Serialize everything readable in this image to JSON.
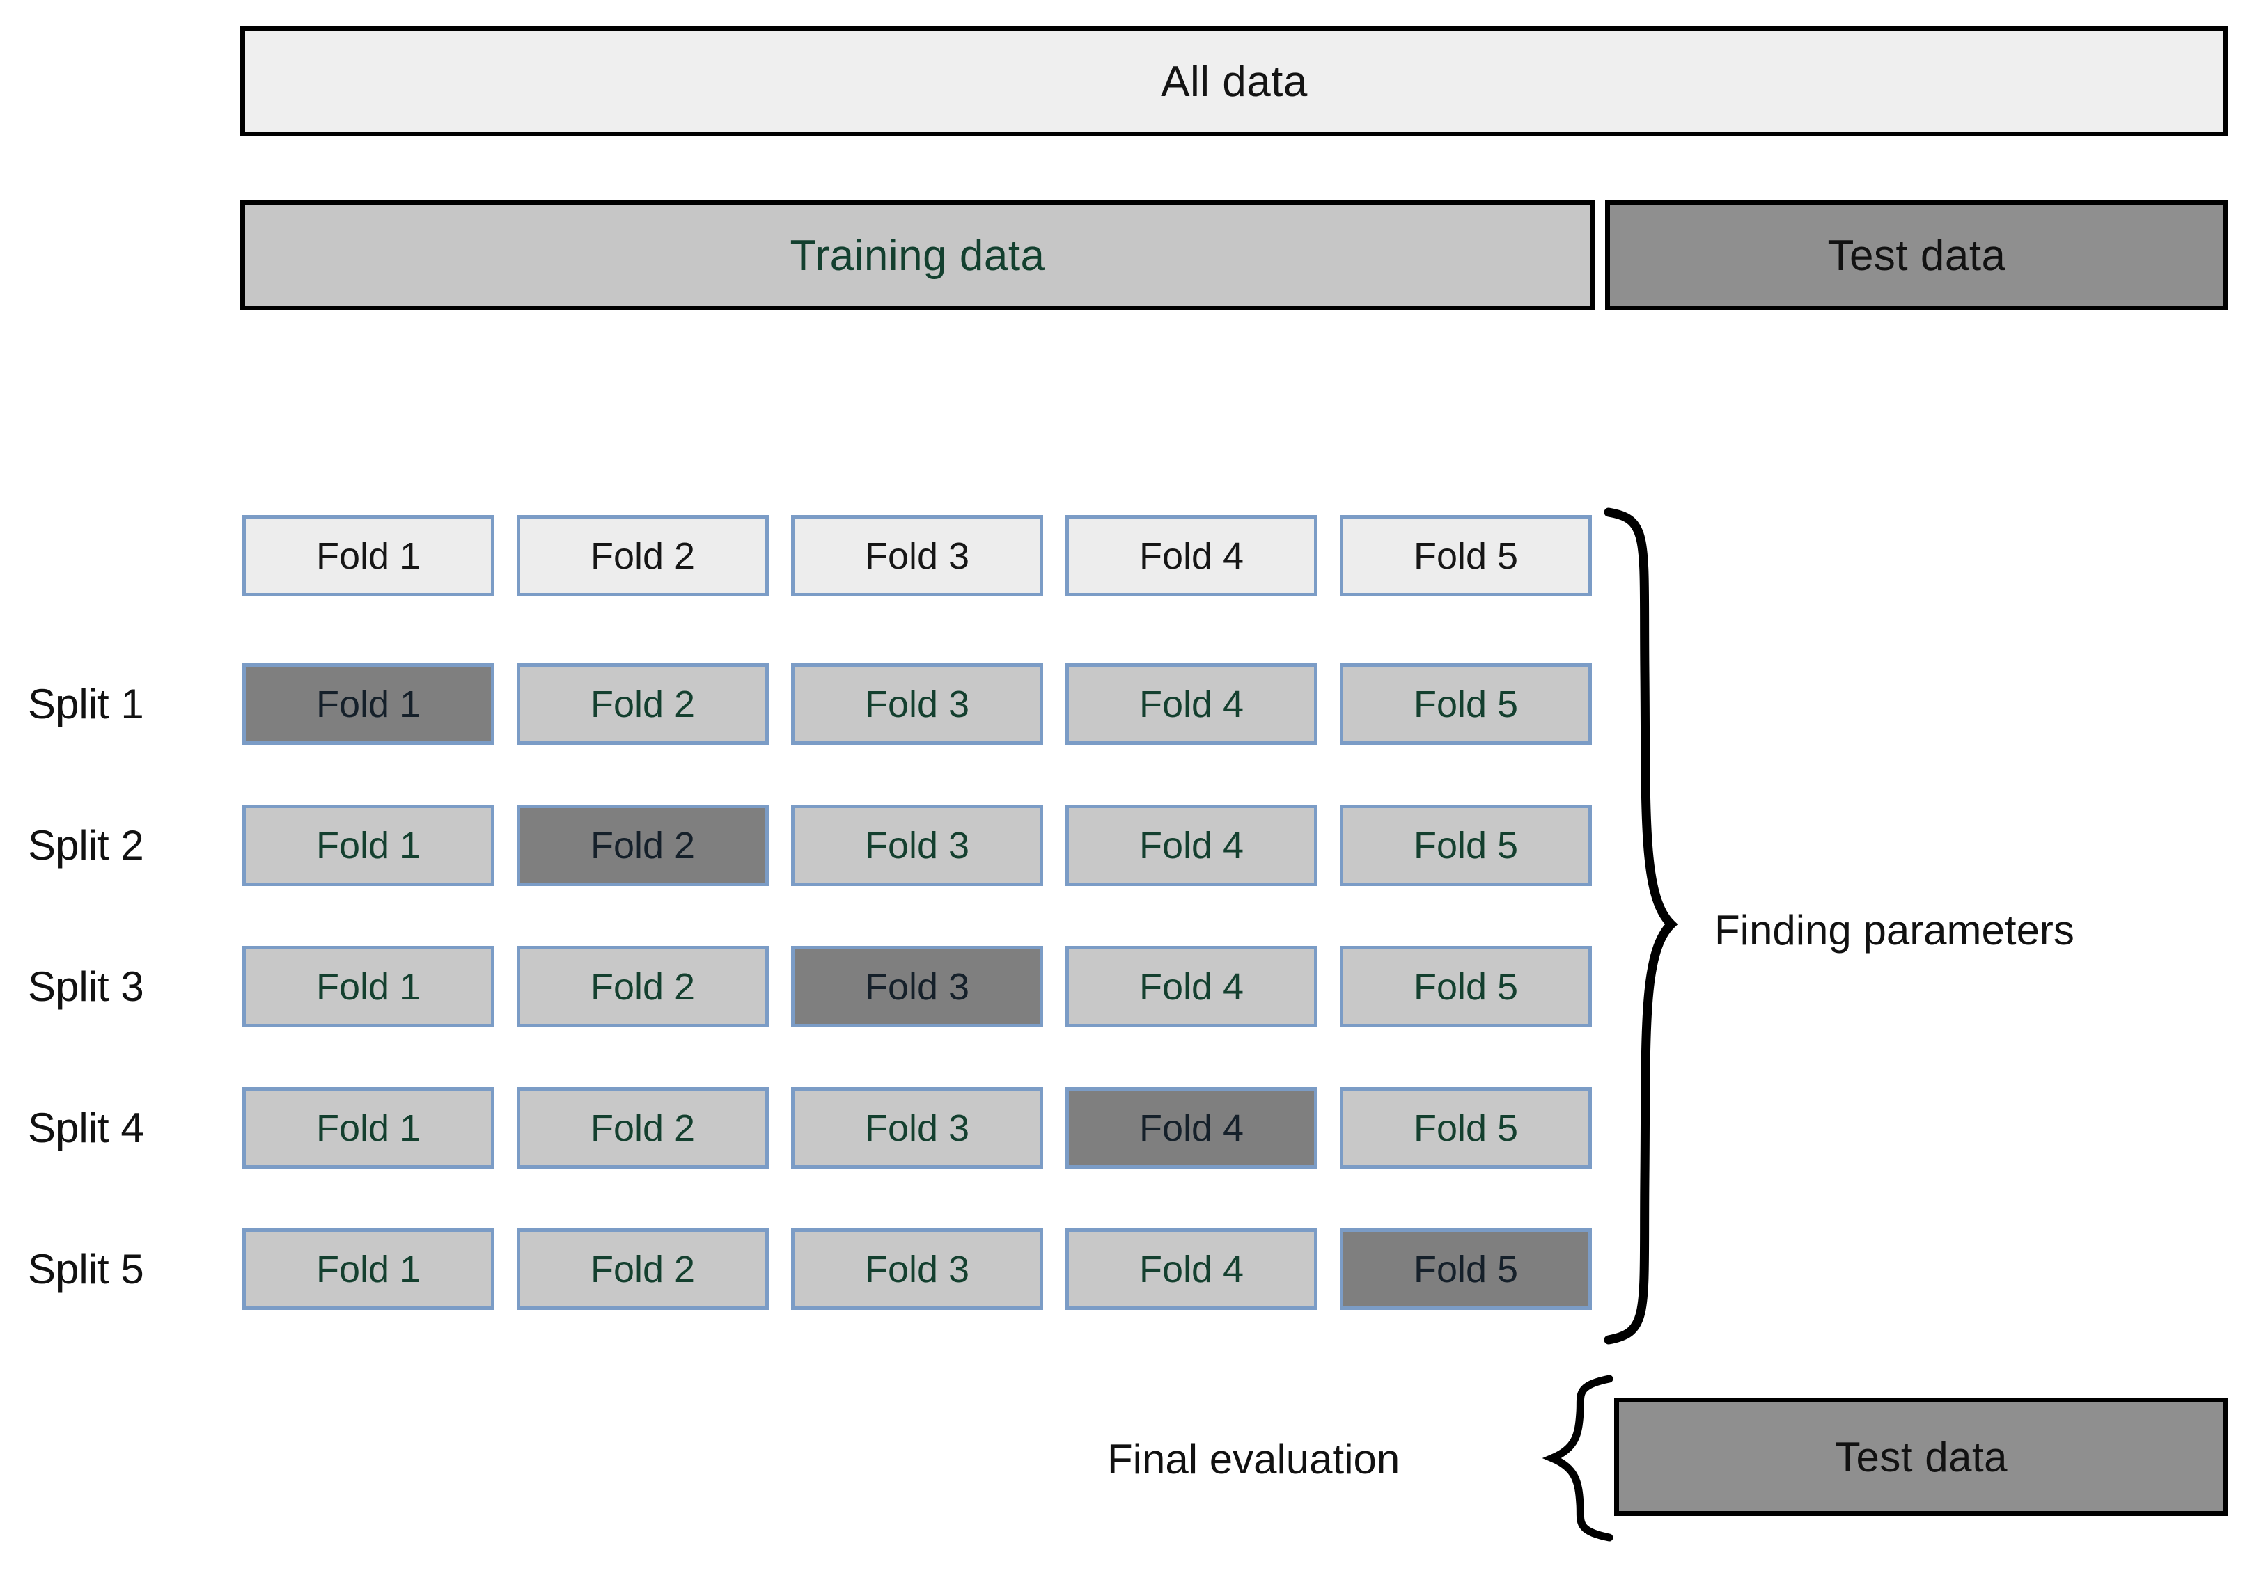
{
  "diagram": {
    "title_bars": {
      "all_data": "All data",
      "training_data": "Training data",
      "test_data": "Test data"
    },
    "fold_header": {
      "folds": [
        "Fold 1",
        "Fold 2",
        "Fold 3",
        "Fold 4",
        "Fold 5"
      ]
    },
    "splits": [
      {
        "label": "Split 1",
        "cells": [
          "Fold 1",
          "Fold 2",
          "Fold 3",
          "Fold 4",
          "Fold 5"
        ],
        "validation_index": 0
      },
      {
        "label": "Split 2",
        "cells": [
          "Fold 1",
          "Fold 2",
          "Fold 3",
          "Fold 4",
          "Fold 5"
        ],
        "validation_index": 1
      },
      {
        "label": "Split 3",
        "cells": [
          "Fold 1",
          "Fold 2",
          "Fold 3",
          "Fold 4",
          "Fold 5"
        ],
        "validation_index": 2
      },
      {
        "label": "Split 4",
        "cells": [
          "Fold 1",
          "Fold 2",
          "Fold 3",
          "Fold 4",
          "Fold 5"
        ],
        "validation_index": 3
      },
      {
        "label": "Split 5",
        "cells": [
          "Fold 1",
          "Fold 2",
          "Fold 3",
          "Fold 4",
          "Fold 5"
        ],
        "validation_index": 4
      }
    ],
    "annotations": {
      "finding_parameters": "Finding parameters",
      "final_evaluation": "Final evaluation",
      "final_test_data": "Test data"
    },
    "colors": {
      "all_data_fill": "#efefef",
      "training_fill": "#c6c6c6",
      "test_fill": "#8f8f8f",
      "fold_header_fill": "#ededed",
      "fold_train_fill": "#c8c8c8",
      "fold_validation_fill": "#7f7f7f",
      "fold_border": "#7b9cc6",
      "bar_border": "#000000",
      "text_dark": "#111111",
      "text_green": "#14402f"
    }
  }
}
